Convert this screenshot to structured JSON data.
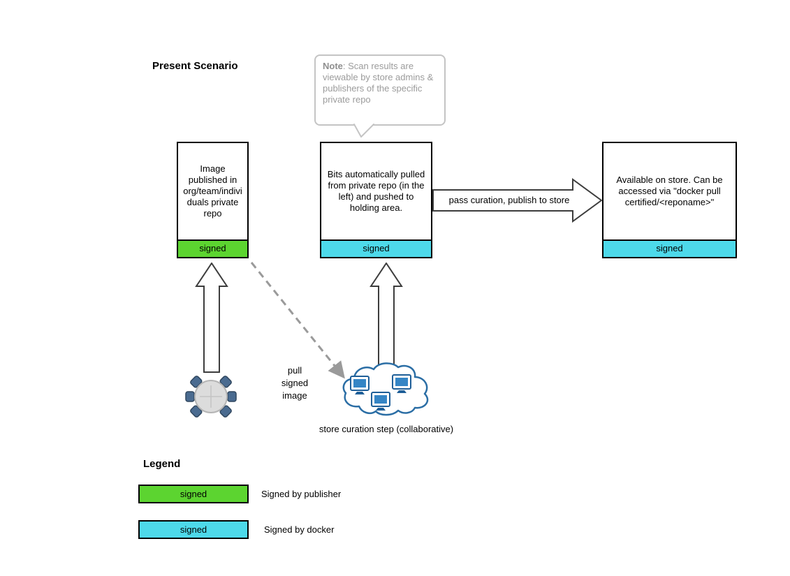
{
  "title": "Present Scenario",
  "note": {
    "label": "Note",
    "body": ": Scan results are viewable by store admins & publishers of the specific private repo"
  },
  "boxes": [
    {
      "text": "Image published in org/team/individuals private repo",
      "signed": "signed",
      "signed_color": "#5cd430"
    },
    {
      "text": "Bits automatically pulled from private repo (in the left) and pushed to holding area.",
      "signed": "signed",
      "signed_color": "#4dd9ea"
    },
    {
      "text": "Available on store. Can be accessed via \"docker pull certified/<reponame>\"",
      "signed": "signed",
      "signed_color": "#4dd9ea"
    }
  ],
  "arrows": {
    "pass_curation_label": "pass curation, publish to store",
    "pull_signed_label": "pull signed image"
  },
  "cloud_caption": "store curation step (collaborative)",
  "legend": {
    "title": "Legend",
    "items": [
      {
        "swatch": "signed",
        "color": "#5cd430",
        "label": "Signed by publisher"
      },
      {
        "swatch": "signed",
        "color": "#4dd9ea",
        "label": "Signed by docker"
      }
    ]
  },
  "colors": {
    "signed_green": "#5cd430",
    "signed_cyan": "#4dd9ea",
    "arrow_outline": "#3d3d3d",
    "dashed_gray": "#9a9a9a",
    "note_gray": "#9b9b9b",
    "cloud_blue": "#2b6ea5"
  }
}
